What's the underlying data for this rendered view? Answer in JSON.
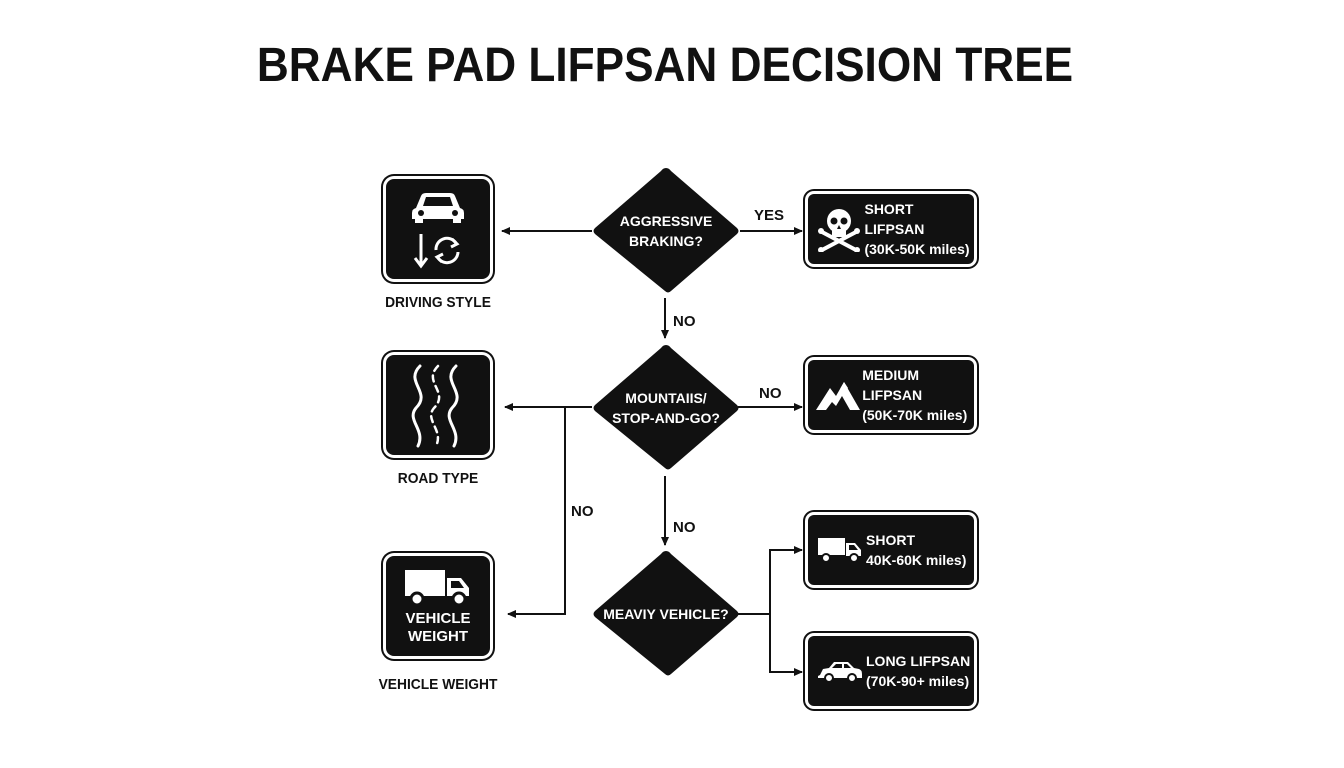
{
  "title": "BRAKE PAD LIFPSAN DECISION TREE",
  "factors": {
    "driving_style": {
      "label": "DRIVING STYLE",
      "icon": "car-with-rotation-icon"
    },
    "road_type": {
      "label": "ROAD TYPE",
      "icon": "winding-road-icon"
    },
    "vehicle_weight": {
      "label": "VEHICLE WEIGHT",
      "inner_label_line1": "VEHICLE",
      "inner_label_line2": "WEIGHT",
      "icon": "truck-icon"
    }
  },
  "decisions": {
    "aggressive": {
      "line1": "AGGRESSIVE",
      "line2": "BRAKING?"
    },
    "mountains": {
      "line1": "MOUNTAIIS/",
      "line2": "STOP-AND-GO?"
    },
    "heavy": {
      "line1": "MEAVIY VEHICLE?"
    }
  },
  "edges": {
    "yes_1": "YES",
    "no_1": "NO",
    "no_2": "NO",
    "no_3": "NO",
    "no_side": "NO"
  },
  "outcomes": {
    "short_1": {
      "line1": "SHORT LIFPSAN",
      "line2": "(30K-50K miles)",
      "icon": "skull-crossbones-icon"
    },
    "medium": {
      "line1": "MEDIUM LIFPSAN",
      "line2": "(50K-70K miles)",
      "icon": "mountain-icon"
    },
    "short_2": {
      "line1": "SHORT",
      "line2": "40K-60K miles)",
      "icon": "truck-icon"
    },
    "long": {
      "line1": "LONG LIFPSAN",
      "line2": "(70K-90+ miles)",
      "icon": "car-icon"
    }
  },
  "colors": {
    "ink": "#111111",
    "background": "#ffffff"
  }
}
